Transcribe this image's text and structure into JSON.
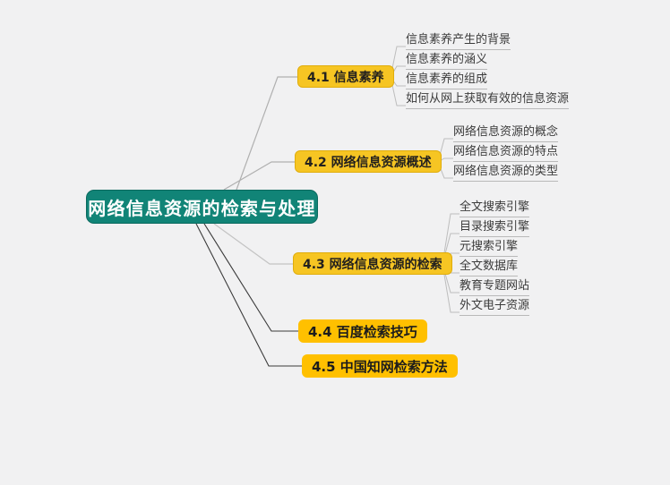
{
  "diagram": {
    "type": "mind-map",
    "background_color": "#f1f1f2",
    "root": {
      "label": "网络信息资源的检索与处理",
      "fill_color": "#118477",
      "text_color": "#ffffff"
    },
    "branches": [
      {
        "label": "4.1 信息素养",
        "fill_color": "#f6c523",
        "children": [
          "信息素养产生的背景",
          "信息素养的涵义",
          "信息素养的组成",
          "如何从网上获取有效的信息资源"
        ]
      },
      {
        "label": "4.2 网络信息资源概述",
        "fill_color": "#f6c523",
        "children": [
          "网络信息资源的概念",
          "网络信息资源的特点",
          "网络信息资源的类型"
        ]
      },
      {
        "label": "4.3 网络信息资源的检索",
        "fill_color": "#f6c523",
        "children": [
          "全文搜索引擎",
          "目录搜索引擎",
          "元搜索引擎",
          "全文数据库",
          "教育专题网站",
          "外文电子资源"
        ]
      },
      {
        "label": "4.4 百度检索技巧",
        "fill_color": "#ffc000",
        "children": []
      },
      {
        "label": "4.5 中国知网检索方法",
        "fill_color": "#ffc000",
        "children": []
      }
    ]
  }
}
